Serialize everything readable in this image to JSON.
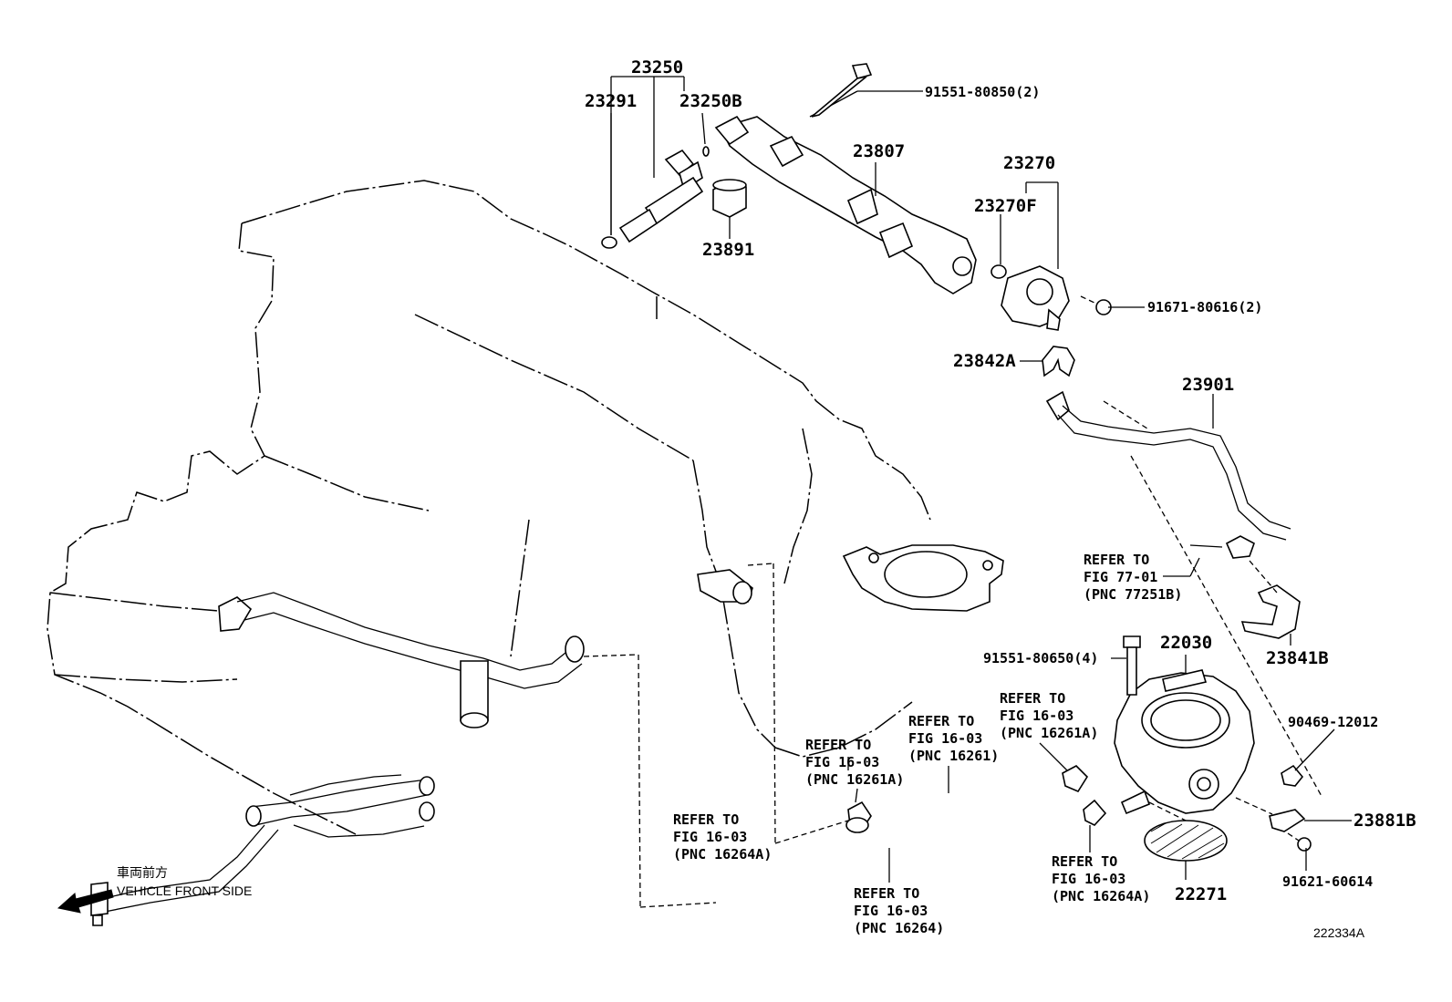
{
  "parts": {
    "p23250": "23250",
    "p23291": "23291",
    "p23250B": "23250B",
    "p91551_80850": "91551-80850(2)",
    "p23807": "23807",
    "p23270": "23270",
    "p23270F": "23270F",
    "p23891": "23891",
    "p91671_80616": "91671-80616(2)",
    "p23842A": "23842A",
    "p23901": "23901",
    "p23841B": "23841B",
    "p91551_80650": "91551-80650(4)",
    "p22030": "22030",
    "p90469_12012": "90469-12012",
    "p23881B": "23881B",
    "p91621_60614": "91621-60614",
    "p22271": "22271",
    "figure_code": "222334A"
  },
  "refs": {
    "r77_01": [
      "REFER TO",
      "FIG 77-01",
      "(PNC 77251B)"
    ],
    "r16261A_mid": [
      "REFER TO",
      "FIG 16-03",
      "(PNC 16261A)"
    ],
    "r16261": [
      "REFER TO",
      "FIG 16-03",
      "(PNC 16261)"
    ],
    "r16261A_right": [
      "REFER TO",
      "FIG 16-03",
      "(PNC 16261A)"
    ],
    "r16264A_left": [
      "REFER TO",
      "FIG 16-03",
      "(PNC 16264A)"
    ],
    "r16264": [
      "REFER TO",
      "FIG 16-03",
      "(PNC 16264)"
    ],
    "r16264A_right": [
      "REFER TO",
      "FIG 16-03",
      "(PNC 16264A)"
    ]
  },
  "front": {
    "jp": "車両前方",
    "en": "VEHICLE FRONT SIDE"
  }
}
